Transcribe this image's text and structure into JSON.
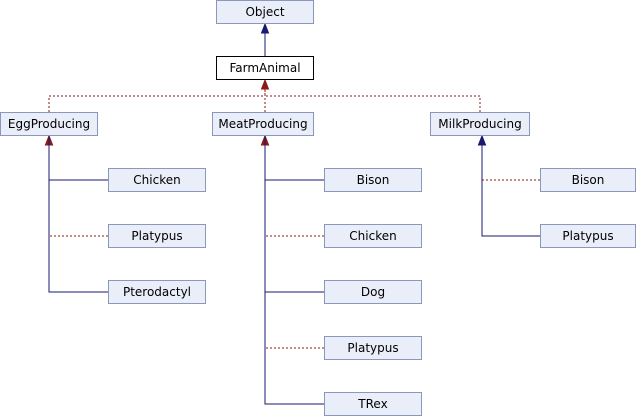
{
  "diagram": {
    "nodes": {
      "object": "Object",
      "farm_animal": "FarmAnimal",
      "egg_producing": "EggProducing",
      "meat_producing": "MeatProducing",
      "milk_producing": "MilkProducing",
      "egg_chicken": "Chicken",
      "egg_platypus": "Platypus",
      "egg_pterodactyl": "Pterodactyl",
      "meat_bison": "Bison",
      "meat_chicken": "Chicken",
      "meat_dog": "Dog",
      "meat_platypus": "Platypus",
      "meat_trex": "TRex",
      "milk_bison": "Bison",
      "milk_platypus": "Platypus"
    },
    "edges": [
      {
        "from": "farm_animal",
        "to": "object",
        "style": "solid"
      },
      {
        "from": "egg_producing",
        "to": "farm_animal",
        "style": "dotted"
      },
      {
        "from": "meat_producing",
        "to": "farm_animal",
        "style": "dotted"
      },
      {
        "from": "milk_producing",
        "to": "farm_animal",
        "style": "dotted"
      },
      {
        "from": "egg_chicken",
        "to": "egg_producing",
        "style": "solid"
      },
      {
        "from": "egg_platypus",
        "to": "egg_producing",
        "style": "dotted"
      },
      {
        "from": "egg_pterodactyl",
        "to": "egg_producing",
        "style": "solid"
      },
      {
        "from": "meat_bison",
        "to": "meat_producing",
        "style": "solid"
      },
      {
        "from": "meat_chicken",
        "to": "meat_producing",
        "style": "dotted"
      },
      {
        "from": "meat_dog",
        "to": "meat_producing",
        "style": "solid"
      },
      {
        "from": "meat_platypus",
        "to": "meat_producing",
        "style": "dotted"
      },
      {
        "from": "meat_trex",
        "to": "meat_producing",
        "style": "solid"
      },
      {
        "from": "milk_bison",
        "to": "milk_producing",
        "style": "dotted"
      },
      {
        "from": "milk_platypus",
        "to": "milk_producing",
        "style": "solid"
      }
    ],
    "colors": {
      "solid_edge": "#191970",
      "dotted_edge": "#8b1a1a",
      "node_fill": "#e9eef8",
      "node_border": "#8a98bf",
      "focus_fill": "#ffffff",
      "focus_border": "#000000"
    }
  }
}
